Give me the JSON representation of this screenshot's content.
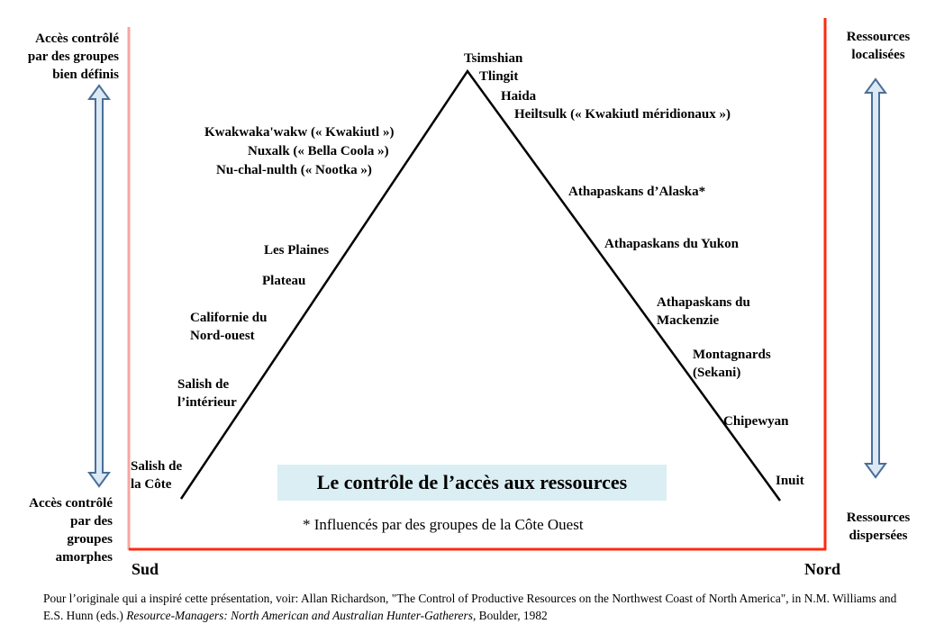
{
  "left_axis": {
    "top_label": [
      "Accès contrôlé",
      "par des groupes",
      "bien définis"
    ],
    "bottom_label": [
      "Accès contrôlé",
      "par des",
      "groupes",
      "amorphes"
    ]
  },
  "right_axis": {
    "top_label": [
      "Ressources",
      "localisées"
    ],
    "bottom_label": [
      "Ressources",
      "dispersées"
    ]
  },
  "x_axis": {
    "left": "Sud",
    "right": "Nord"
  },
  "apex": [
    "Tsimshian",
    "Tlingit",
    "Haida",
    "Heiltsulk (« Kwakiutl méridionaux »)"
  ],
  "left_groups": [
    "Kwakwaka'wakw (« Kwakiutl »)",
    "Nuxalk (« Bella Coola »)",
    "Nu-chal-nulth (« Nootka »)",
    "Les Plaines",
    "Plateau",
    [
      "Californie du",
      "Nord-ouest"
    ],
    [
      "Salish de",
      "l’intérieur"
    ],
    [
      "Salish de",
      "la Côte"
    ]
  ],
  "right_groups": [
    "Athapaskans d’Alaska*",
    "Athapaskans du Yukon",
    [
      "Athapaskans du",
      "Mackenzie"
    ],
    [
      "Montagnards",
      "(Sekani)"
    ],
    "Chipewyan",
    "Inuit"
  ],
  "title": "Le contrôle de l’accès aux ressources",
  "footnote": "* Influencés par des groupes de la Côte Ouest",
  "reference": {
    "prefix": "Pour l’originale qui a inspiré cette présentation, voir: Allan Richardson, \"The Control of Productive Resources on the Northwest Coast of North America\",  in N.M. Williams and E.S. Hunn (eds.) ",
    "italic": "Resource-Managers: North American and Australian Hunter-Gatherers",
    "suffix": ", Boulder, 1982"
  },
  "colors": {
    "frame_left": "#f7a6a0",
    "frame": "#ff2a10",
    "arrow_stroke": "#4a6f98",
    "arrow_fill": "#dce9f5",
    "title_bg": "#dbeef4"
  }
}
